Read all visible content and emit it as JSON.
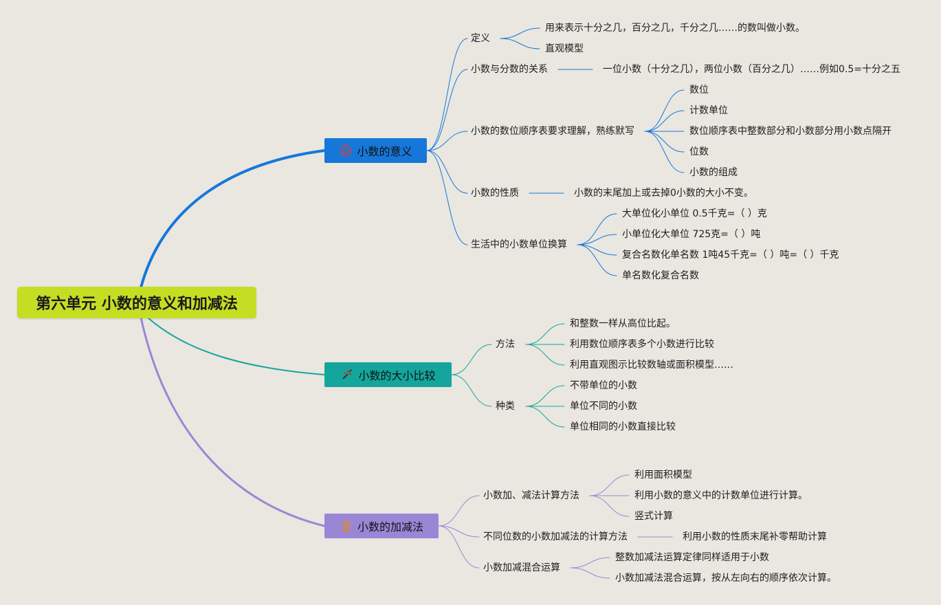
{
  "root": {
    "title": "第六单元 小数的意义和加减法"
  },
  "colors": {
    "background": "#e9e7e0",
    "root": "#c5de24",
    "blue": "#1677d9",
    "teal": "#14a59c",
    "purple": "#9b86d6"
  },
  "branches": [
    {
      "title": "小数的意义",
      "icon": "house-icon",
      "children": [
        {
          "label": "定义",
          "children": [
            "用来表示十分之几，百分之几，千分之几……的数叫做小数。",
            "直观模型"
          ]
        },
        {
          "label": "小数与分数的关系",
          "children": [
            "一位小数（十分之几），两位小数（百分之几）……例如0.5=十分之五"
          ]
        },
        {
          "label": "小数的数位顺序表要求理解，熟练默写",
          "children": [
            "数位",
            "计数单位",
            "数位顺序表中整数部分和小数部分用小数点隔开",
            "位数",
            "小数的组成"
          ]
        },
        {
          "label": "小数的性质",
          "children": [
            "小数的末尾加上或去掉0小数的大小不变。"
          ]
        },
        {
          "label": "生活中的小数单位换算",
          "children": [
            "大单位化小单位 0.5千克=（ ）克",
            "小单位化大单位 725克=（ ）吨",
            "复合名数化单名数 1吨45千克=（ ）吨=（ ）千克",
            "单名数化复合名数"
          ]
        }
      ]
    },
    {
      "title": "小数的大小比较",
      "icon": "tools-icon",
      "children": [
        {
          "label": "方法",
          "children": [
            "和整数一样从高位比起。",
            "利用数位顺序表多个小数进行比较",
            "利用直观图示比较数轴或面积模型……"
          ]
        },
        {
          "label": "种类",
          "children": [
            "不带单位的小数",
            "单位不同的小数",
            "单位相同的小数直接比较"
          ]
        }
      ]
    },
    {
      "title": "小数的加减法",
      "icon": "medal-icon",
      "children": [
        {
          "label": "小数加、减法计算方法",
          "children": [
            "利用面积模型",
            "利用小数的意义中的计数单位进行计算。",
            "竖式计算"
          ]
        },
        {
          "label": "不同位数的小数加减法的计算方法",
          "children": [
            "利用小数的性质末尾补零帮助计算"
          ]
        },
        {
          "label": "小数加减混合运算",
          "children": [
            "整数加减法运算定律同样适用于小数",
            "小数加减法混合运算，按从左向右的顺序依次计算。"
          ]
        }
      ]
    }
  ]
}
